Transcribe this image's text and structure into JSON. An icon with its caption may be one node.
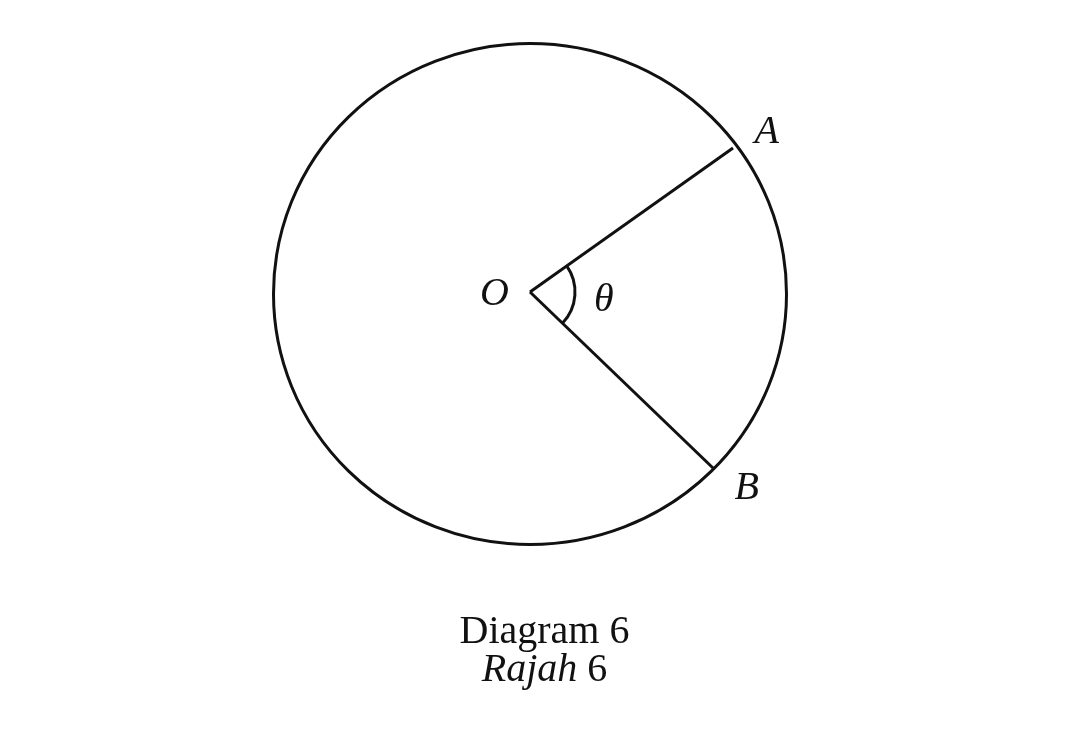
{
  "diagram": {
    "caption": "Diagram 6",
    "nodes": [
      {
        "text": [
          "O"
        ]
      },
      {
        "text": [
          "A"
        ]
      },
      {
        "text": [
          "B"
        ]
      }
    ],
    "edges": [
      {
        "from": 0,
        "to": 1,
        "arrow": "none"
      },
      {
        "from": 0,
        "to": 2,
        "arrow": "none"
      }
    ],
    "labels": [
      "θ",
      "*Rajah* 6"
    ]
  }
}
